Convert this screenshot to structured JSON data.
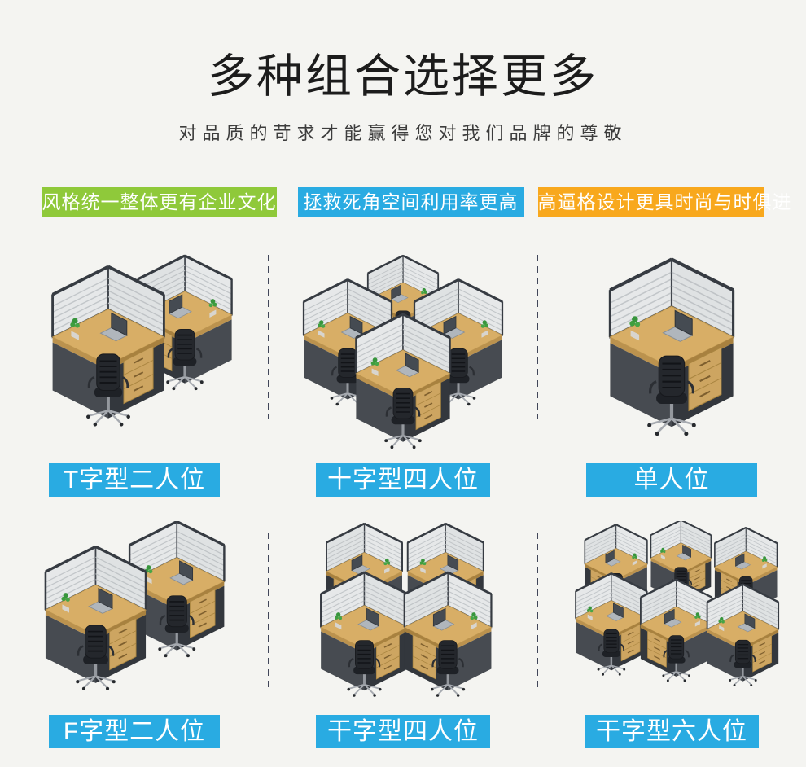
{
  "header": {
    "title": "多种组合选择更多",
    "subtitle": "对品质的苛求才能赢得您对我们品牌的尊敬"
  },
  "banners": [
    {
      "label": "风格统一整体更有企业文化",
      "color": "#8fc93a"
    },
    {
      "label": "拯救死角空间利用率更高",
      "color": "#29abe2"
    },
    {
      "label": "高逼格设计更具时尚与时俱进",
      "color": "#f8a81d"
    }
  ],
  "products": [
    {
      "label": "T字型二人位",
      "illustration": "t-shape-2-seat"
    },
    {
      "label": "十字型四人位",
      "illustration": "cross-shape-4-seat"
    },
    {
      "label": "单人位",
      "illustration": "single-seat"
    },
    {
      "label": "F字型二人位",
      "illustration": "f-shape-2-seat"
    },
    {
      "label": "干字型四人位",
      "illustration": "gan-shape-4-seat"
    },
    {
      "label": "干字型六人位",
      "illustration": "gan-shape-6-seat"
    }
  ],
  "colors": {
    "page_bg": "#f4f4f1",
    "label_bg": "#29abe2",
    "label_text": "#ffffff",
    "divider": "#414659",
    "desk_wood": "#d8ae66",
    "desk_body": "#474b51",
    "screen_panel": "#e6e8e9",
    "screen_frame": "#363b42",
    "chair_black": "#24272c"
  }
}
